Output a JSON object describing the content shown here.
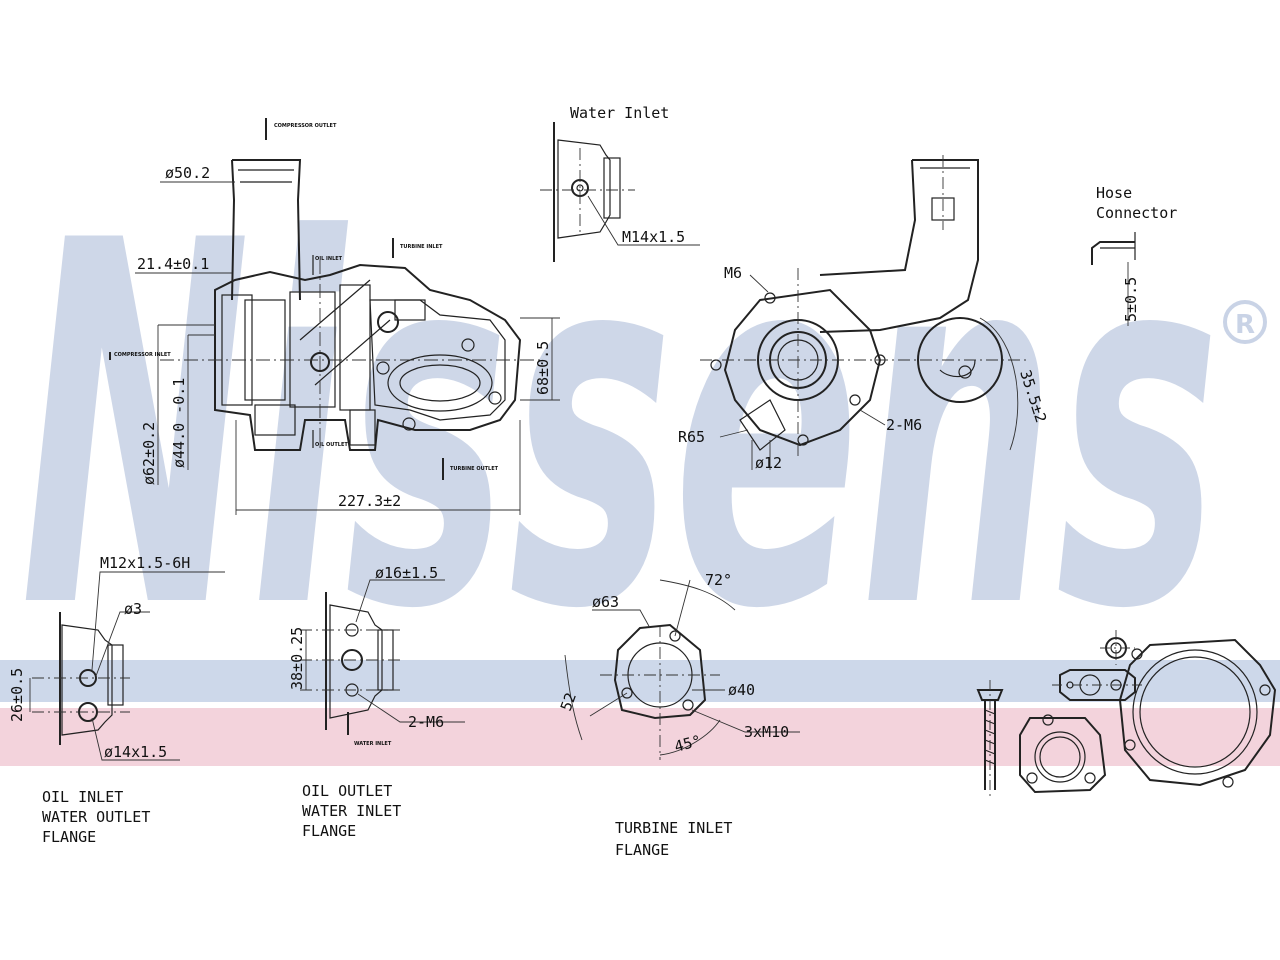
{
  "brand": {
    "watermark": "Nissens",
    "registered_mark": "®",
    "watermark_color": "#c9d3e6",
    "band_blue": "#cdd8ea",
    "band_pink": "#f3d3dc"
  },
  "main_view": {
    "d_outlet": "ø50.2",
    "offset": "21.4±0.1",
    "height_68": "68±0.5",
    "d_62": "ø62±0.2",
    "d_44": "ø44.0 -0.1",
    "length": "227.3±2",
    "tags": {
      "compressor_outlet": "COMPRESSOR OUTLET",
      "compressor_inlet": "COMPRESSOR INLET",
      "oil_inlet": "OIL INLET",
      "oil_outlet": "OIL OUTLET",
      "turbine_inlet": "TURBINE INLET",
      "turbine_outlet": "TURBINE OUTLET"
    }
  },
  "water_inlet": {
    "title": "Water Inlet",
    "thread": "M14x1.5"
  },
  "side_view": {
    "m6": "M6",
    "two_m6": "2-M6",
    "r65": "R65",
    "d12": "ø12",
    "dim_355": "35.5±2"
  },
  "hose_connector": {
    "title_line1": "Hose",
    "title_line2": "Connector",
    "dim": "5±0.5"
  },
  "oil_inlet_flange": {
    "thread": "M12x1.5-6H",
    "d3": "ø3",
    "dim_26": "26±0.5",
    "d14": "ø14x1.5",
    "caption_line1": "OIL INLET",
    "caption_line2": "WATER OUTLET",
    "caption_line3": "FLANGE"
  },
  "oil_outlet_flange": {
    "d16": "ø16±1.5",
    "dim_38": "38±0.25",
    "two_m6": "2-M6",
    "tag": "WATER INLET",
    "caption_line1": "OIL OUTLET",
    "caption_line2": "WATER INLET",
    "caption_line3": "FLANGE"
  },
  "turbine_inlet_flange": {
    "d63": "ø63",
    "angle72": "72°",
    "d40": "ø40",
    "dim52": "52",
    "angle45": "45°",
    "bolts": "3xM10",
    "caption_line1": "TURBINE INLET",
    "caption_line2": "FLANGE"
  }
}
